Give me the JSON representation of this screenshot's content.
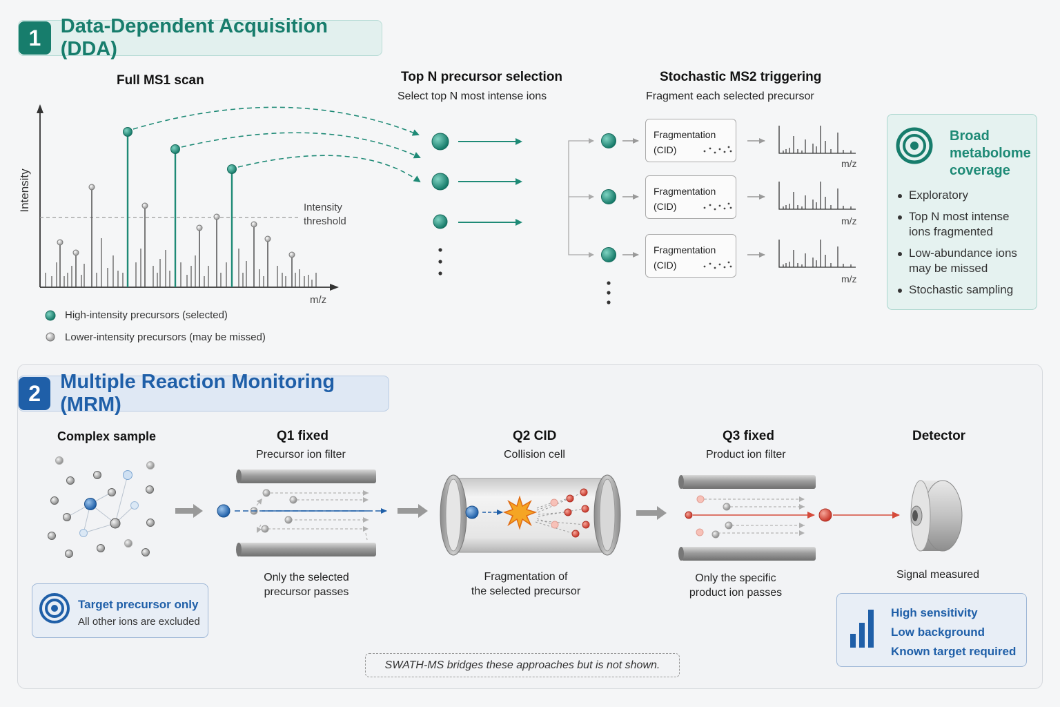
{
  "dda": {
    "number": "1",
    "title": "Data-Dependent Acquisition (DDA)",
    "ms1_title": "Full MS1 scan",
    "y_axis": "Intensity",
    "x_axis": "m/z",
    "threshold_line1": "Intensity",
    "threshold_line2": "threshold",
    "legend_selected": "High-intensity precursors (selected)",
    "legend_missed": "Lower-intensity precursors (may be missed)",
    "topn_title": "Top N precursor selection",
    "topn_sub": "Select top N most intense ions",
    "ms2_title": "Stochastic MS2 triggering",
    "ms2_sub": "Fragment each selected precursor",
    "frag_line1": "Fragmentation",
    "frag_line2": "(CID)",
    "spectrum_axis": "m/z",
    "card": {
      "title_line1": "Broad",
      "title_line2": "metabolome",
      "title_line3": "coverage",
      "b1": "Exploratory",
      "b2_line1": "Top N most intense",
      "b2_line2": "ions fragmented",
      "b3_line1": "Low-abundance ions",
      "b3_line2": "may be missed",
      "b4": "Stochastic sampling"
    },
    "accent": "#1e8a76"
  },
  "mrm": {
    "number": "2",
    "title": "Multiple Reaction Monitoring (MRM)",
    "sample_title": "Complex sample",
    "q1_title": "Q1 fixed",
    "q1_sub": "Precursor ion filter",
    "q1_cap1": "Only the selected",
    "q1_cap2": "precursor passes",
    "q2_title": "Q2 CID",
    "q2_sub": "Collision cell",
    "q2_cap1": "Fragmentation of",
    "q2_cap2": "the selected precursor",
    "q3_title": "Q3 fixed",
    "q3_sub": "Product ion filter",
    "q3_cap1": "Only the specific",
    "q3_cap2": "product ion passes",
    "det_title": "Detector",
    "det_cap": "Signal measured",
    "target_title": "Target precursor only",
    "target_sub": "All other ions are excluded",
    "card_l1": "High sensitivity",
    "card_l2": "Low background",
    "card_l3": "Known target required",
    "footnote": "SWATH-MS bridges these approaches but is not shown.",
    "accent": "#1f5fa8"
  }
}
